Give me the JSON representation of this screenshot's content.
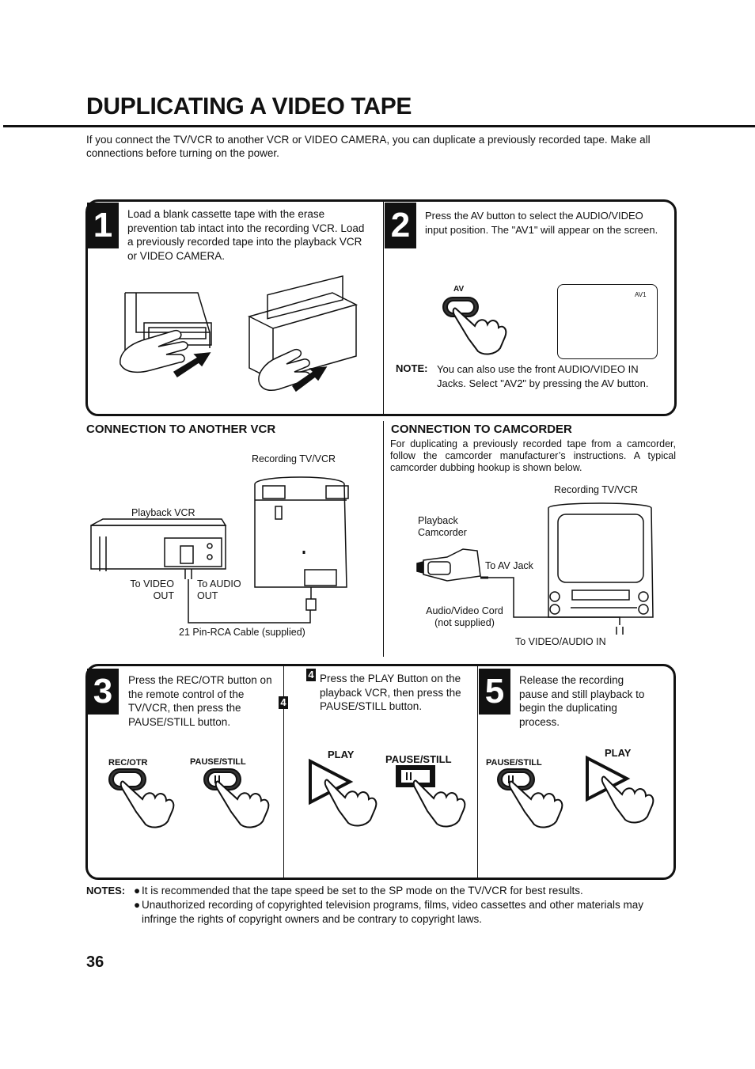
{
  "page": {
    "title": "DUPLICATING A VIDEO TAPE",
    "intro": "If you connect the TV/VCR to another VCR or VIDEO CAMERA, you can duplicate a previously recorded tape. Make all connections before turning on the power.",
    "page_number": "36"
  },
  "step1": {
    "number": "1",
    "text": "Load a blank cassette tape with the erase prevention tab intact into the recording VCR. Load a previously recorded tape into the playback VCR or VIDEO CAMERA."
  },
  "step2": {
    "number": "2",
    "text": "Press the AV button to select the AUDIO/VIDEO input position. The \"AV1\" will appear on the screen.",
    "button_label": "AV",
    "screen_label": "AV1",
    "note_key": "NOTE:",
    "note_text": "You can also use the front AUDIO/VIDEO IN Jacks. Select \"AV2\" by pressing the AV button."
  },
  "vcr_section": {
    "heading": "CONNECTION TO  ANOTHER VCR",
    "recording_label": "Recording TV/VCR",
    "playback_label": "Playback VCR",
    "video_out": "To VIDEO\nOUT",
    "audio_out": "To AUDIO\nOUT",
    "cable_label": "21 Pin-RCA Cable (supplied)"
  },
  "cam_section": {
    "heading": "CONNECTION TO CAMCORDER",
    "text": "For duplicating a previously recorded tape from a camcorder, follow the camcorder manufacturer’s instructions. A typical camcorder dubbing hookup is shown below.",
    "recording_label": "Recording TV/VCR",
    "playback_label": "Playback\nCamcorder",
    "av_jack": "To AV Jack",
    "cord_label": "Audio/Video Cord\n(not supplied)",
    "in_label": "To VIDEO/AUDIO IN"
  },
  "step3": {
    "number": "3",
    "text": "Press the REC/OTR button on the remote control of the TV/VCR, then press the PAUSE/STILL  button.",
    "btn1": "REC/OTR",
    "btn2": "PAUSE/STILL"
  },
  "step4": {
    "number": "4",
    "text": "Press the PLAY Button on the playback VCR, then press the PAUSE/STILL button.",
    "btn1": "PLAY",
    "btn2": "PAUSE/STILL"
  },
  "step5": {
    "number": "5",
    "text": "Release the recording pause and still playback to begin the duplicating process.",
    "btn1": "PAUSE/STILL",
    "btn2": "PLAY"
  },
  "notes": {
    "key": "NOTES:",
    "items": [
      "It is recommended that the tape speed be set to the SP mode on the TV/VCR for best results.",
      "Unauthorized recording of copyrighted television programs, films, video cassettes and other materials may infringe the rights of copyright owners and be contrary to copyright laws."
    ]
  }
}
